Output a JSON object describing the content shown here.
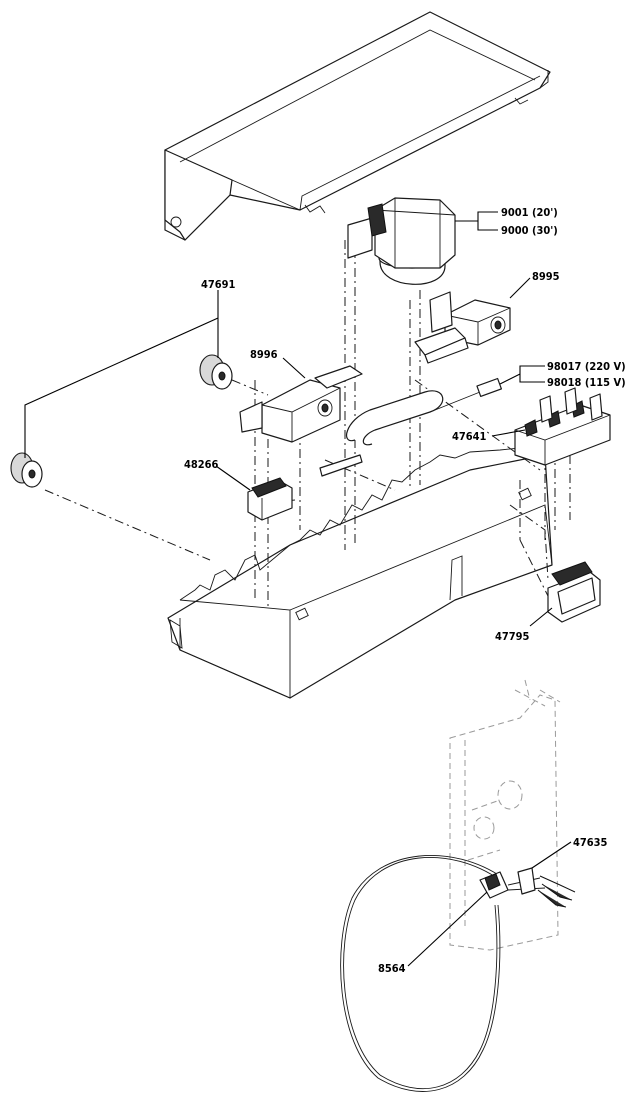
{
  "labels": {
    "p9001": "9001 (20')",
    "p9000": "9000 (30')",
    "p8995": "8995",
    "p47691": "47691",
    "p8996": "8996",
    "p98017": "98017 (220 V)",
    "p98018": "98018 (115 V)",
    "p47641": "47641",
    "p48266": "48266",
    "p47795": "47795",
    "p47635": "47635",
    "p8564": "8564"
  },
  "colors": {
    "line": "#1a1a1a",
    "background": "#ffffff",
    "ghost": "#9a9a9a"
  }
}
